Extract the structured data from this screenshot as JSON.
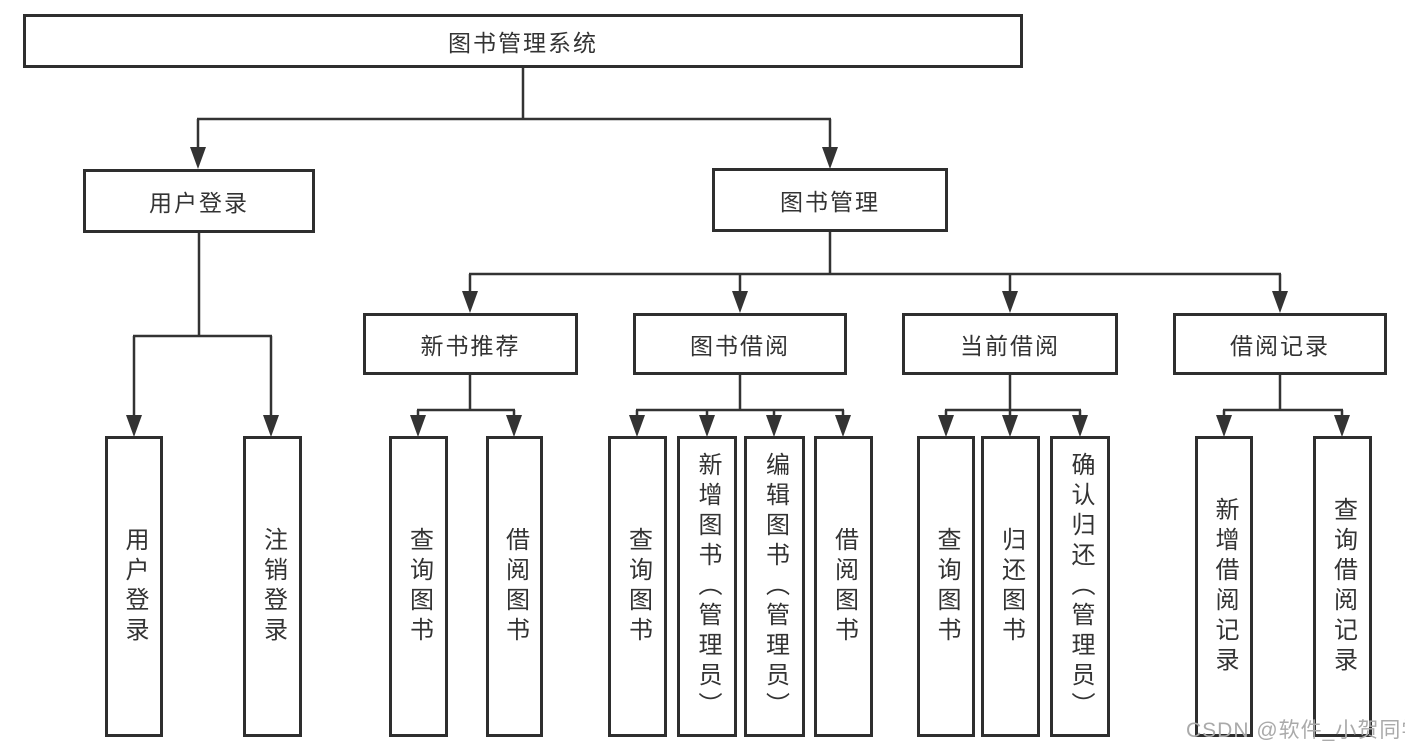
{
  "tree": {
    "root": {
      "label": "图书管理系统",
      "children": [
        {
          "label": "用户登录",
          "children": [
            {
              "label": "用户登录"
            },
            {
              "label": "注销登录"
            }
          ]
        },
        {
          "label": "图书管理",
          "children": [
            {
              "label": "新书推荐",
              "children": [
                {
                  "label": "查询图书"
                },
                {
                  "label": "借阅图书"
                }
              ]
            },
            {
              "label": "图书借阅",
              "children": [
                {
                  "label": "查询图书"
                },
                {
                  "label": "新增图书（管理员）"
                },
                {
                  "label": "编辑图书（管理员）"
                },
                {
                  "label": "借阅图书"
                }
              ]
            },
            {
              "label": "当前借阅",
              "children": [
                {
                  "label": "查询图书"
                },
                {
                  "label": "归还图书"
                },
                {
                  "label": "确认归还（管理员）"
                }
              ]
            },
            {
              "label": "借阅记录",
              "children": [
                {
                  "label": "新增借阅记录"
                },
                {
                  "label": "查询借阅记录"
                }
              ]
            }
          ]
        }
      ]
    }
  },
  "watermark": {
    "text": "CSDN @软件_小贺同学"
  },
  "colors": {
    "line": "#333333",
    "box_border": "#2e2e2e",
    "text": "#333333",
    "watermark": "#aaaaaa",
    "background": "#ffffff"
  }
}
